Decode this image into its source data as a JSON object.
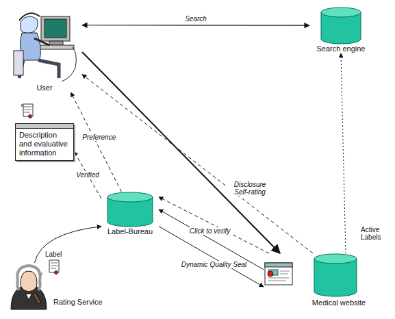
{
  "diagram": {
    "nodes": [
      {
        "text": [
          "User"
        ]
      },
      {
        "text": [
          "Search engine"
        ]
      },
      {
        "text": [
          "Description and evaluative information"
        ]
      },
      {
        "text": [
          "Label-Bureau"
        ]
      },
      {
        "text": [
          "Rating Service"
        ]
      },
      {
        "text": [
          "Medical website"
        ]
      }
    ],
    "edges": [
      {
        "from": 0,
        "to": 1,
        "label": "Search",
        "arrow": "both"
      },
      {
        "from": 0,
        "to": 5,
        "arrow": "to"
      },
      {
        "from": 5,
        "to": 0,
        "label": "Disclosure Self-rating",
        "arrow": "to"
      },
      {
        "from": 5,
        "to": 1,
        "arrow": "to"
      },
      {
        "from": 5,
        "to": 3,
        "arrow": "to"
      },
      {
        "from": 5,
        "to": 3,
        "label": "Click to verify",
        "arrow": "to"
      },
      {
        "from": 3,
        "to": 5,
        "label": "Dynamic Quality Seal",
        "arrow": "to"
      },
      {
        "from": 3,
        "to": 0,
        "label": "Preference",
        "arrow": "to"
      },
      {
        "from": 3,
        "to": 2,
        "label": "Verified",
        "arrow": "to"
      },
      {
        "from": 4,
        "to": 3,
        "arrow": "to"
      }
    ],
    "labels": [
      "Label",
      "Active Labels"
    ]
  }
}
